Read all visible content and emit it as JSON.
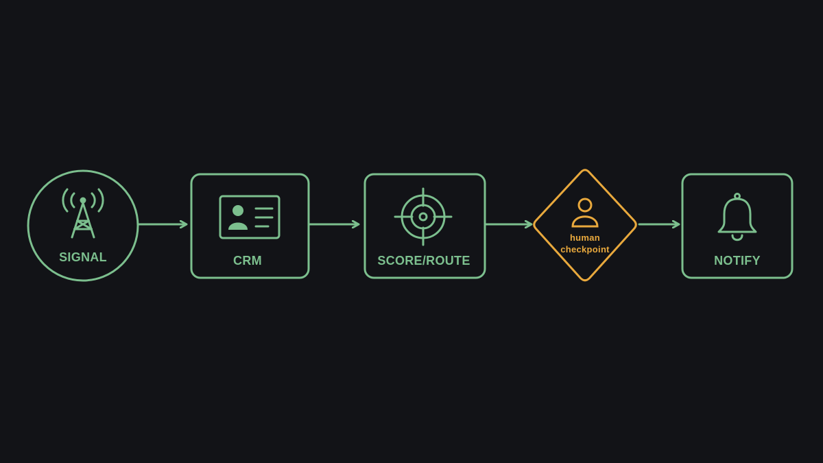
{
  "colors": {
    "background": "#121317",
    "node": "#7cbf8e",
    "checkpoint": "#e9a93d"
  },
  "nodes": [
    {
      "label": "SIGNAL",
      "shape": "circle",
      "icon": "radio-tower-icon"
    },
    {
      "label": "CRM",
      "shape": "rounded-rect",
      "icon": "id-card-icon"
    },
    {
      "label": "SCORE/ROUTE",
      "shape": "rounded-rect",
      "icon": "crosshair-target-icon"
    },
    {
      "label_lines": [
        "human",
        "checkpoint"
      ],
      "shape": "diamond",
      "icon": "person-icon"
    },
    {
      "label": "NOTIFY",
      "shape": "rounded-rect",
      "icon": "bell-icon"
    }
  ],
  "edges": [
    {
      "from": "SIGNAL",
      "to": "CRM"
    },
    {
      "from": "CRM",
      "to": "SCORE/ROUTE"
    },
    {
      "from": "SCORE/ROUTE",
      "to": "human checkpoint"
    },
    {
      "from": "human checkpoint",
      "to": "NOTIFY"
    }
  ]
}
